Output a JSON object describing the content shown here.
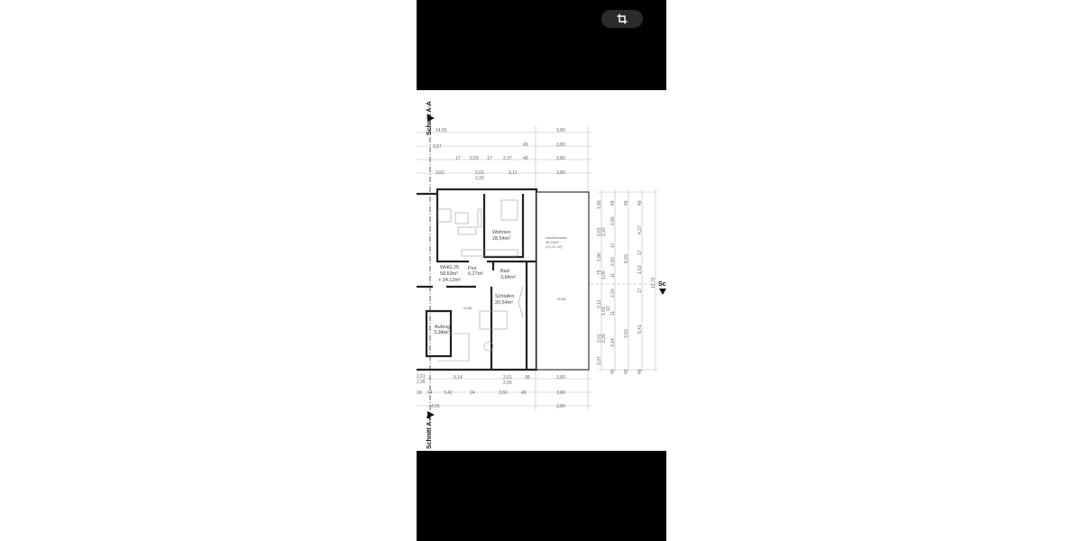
{
  "toolbar": {
    "crop_icon": "crop-icon",
    "background": "#000000",
    "button_color": "#2b2b2b"
  },
  "plan": {
    "section_label": "Schnitt A-A",
    "section_label_right": "Sc",
    "rooms": {
      "wohnen": "Wohnen",
      "wohnen_area": "28,54m²",
      "flur": "Flur",
      "flur_area": "6,27m²",
      "bad": "Bad",
      "bad_area": "3,84m²",
      "schlafen": "Schlafen",
      "schlafen_area": "20,54m²",
      "whg": "WHG 25",
      "whg_area": "58,69m²",
      "whg_extra": "+ 24,12m²",
      "aufzug": "Aufzug",
      "aufzug_area": "3,34m²",
      "terrace": "Dachterrasse",
      "terrace_area": "48,24m²",
      "terrace_extra": "(24,12 m²)",
      "level1": "+8,68",
      "level2": "+8,68"
    },
    "top_dims": [
      "14,55",
      "3,80",
      "3,57",
      "49",
      "3,80",
      "17",
      "2,09",
      "17",
      "2,37",
      "49",
      "3,80",
      "3,62",
      "2,01",
      "2,26",
      "3,11",
      "3,80"
    ],
    "bottom_dims": [
      "2,01",
      "2,26",
      "5,14",
      "2,01",
      "2,26",
      "99",
      "3,80",
      "19",
      "24",
      "3,42",
      "24",
      "3,66",
      "49",
      "3,80",
      "4,55",
      "3,80"
    ],
    "right_dims": [
      "1,86",
      "2,01",
      "2,26",
      "1,86",
      "75",
      "1,06",
      "3,11",
      "1,01",
      "2,01",
      "2,26",
      "1,07",
      "49",
      "2,86",
      "17",
      "2,83",
      "11",
      "2,20",
      "10",
      "11",
      "3,14",
      "49",
      "49",
      "8,19",
      "3,53",
      "49",
      "49",
      "4,27",
      "17",
      "1,62",
      "17",
      "5,41",
      "49",
      "12,70"
    ]
  }
}
